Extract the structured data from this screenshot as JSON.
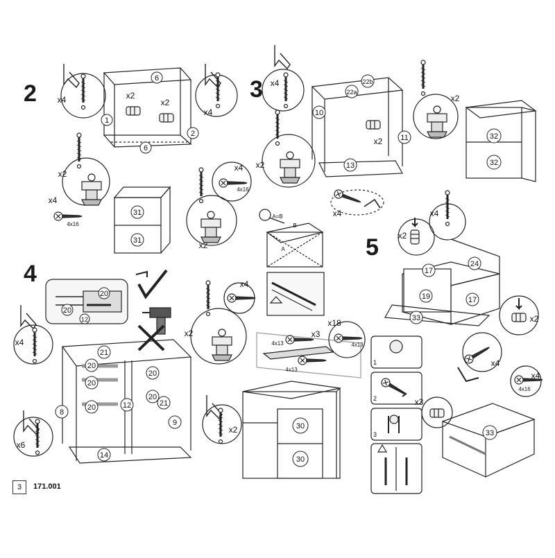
{
  "steps": {
    "s2": "2",
    "s3": "3",
    "s4": "4",
    "s5": "5"
  },
  "footer": {
    "page": "3",
    "code": "171.001"
  },
  "parts": {
    "p1": "1",
    "p2": "2",
    "p6": "6",
    "p8": "8",
    "p9": "9",
    "p10": "10",
    "p11": "11",
    "p12": "12",
    "p13": "13",
    "p14": "14",
    "p17": "17",
    "p19": "19",
    "p20": "20",
    "p21": "21",
    "p22a": "22a",
    "p22b": "22b",
    "p24": "24",
    "p30": "30",
    "p31": "31",
    "p32": "32",
    "p33": "33"
  },
  "qty": {
    "x2": "x2",
    "x3": "x3",
    "x4": "x4",
    "x6": "x6",
    "x18": "x18"
  },
  "screws": {
    "s4x16": "4x16",
    "s4x13": "4x13"
  },
  "diag": {
    "ab": "A=B",
    "a": "A",
    "b": "B"
  },
  "substeps": {
    "n1": "1",
    "n2": "2",
    "n3": "3"
  },
  "icons": {
    "hex_key": "hex-key-icon",
    "screw": "screw-icon",
    "dowel": "dowel-icon",
    "hinge": "hinge-icon",
    "screwdriver": "screwdriver-icon",
    "drill": "power-drill-icon",
    "check": "check-mark-icon",
    "cross": "cross-mark-icon",
    "tape": "tape-measure-icon",
    "warning": "warning-icon",
    "cam": "cam-lock-icon"
  }
}
